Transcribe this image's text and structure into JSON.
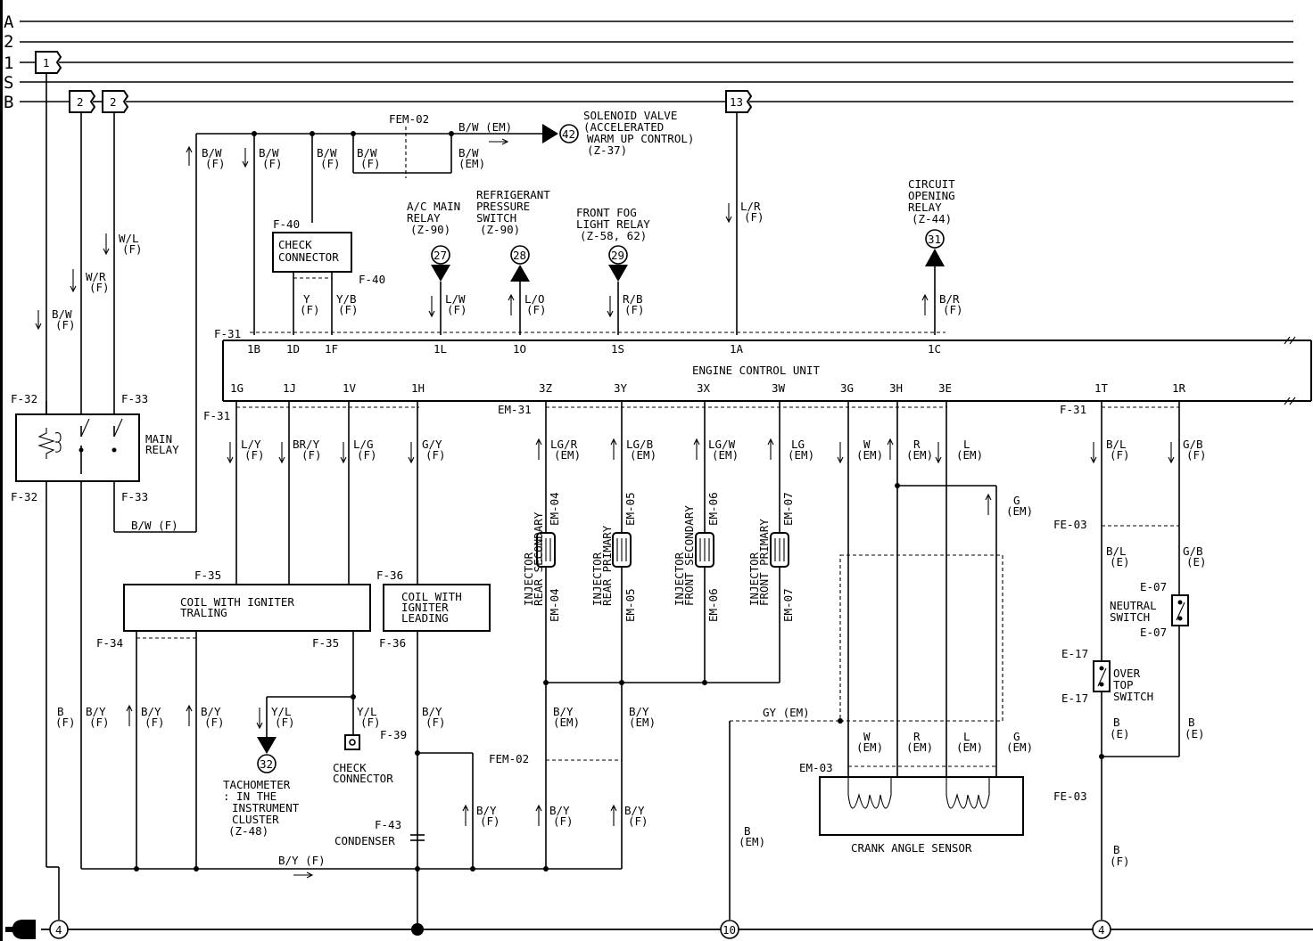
{
  "rails": [
    "A",
    "2",
    "1",
    "S",
    "B"
  ],
  "fuses": {
    "f1": "1",
    "f2a": "2",
    "f2b": "2",
    "f13": "13"
  },
  "grounds": {
    "g4a": "4",
    "g10": "10",
    "g4b": "4"
  },
  "ecu": {
    "title": "ENGINE CONTROL UNIT",
    "top_pins": [
      "1B",
      "1D",
      "1F",
      "1L",
      "1O",
      "1S",
      "1A",
      "1C"
    ],
    "bottom_pins": [
      "1G",
      "1J",
      "1V",
      "1H",
      "3Z",
      "3Y",
      "3X",
      "3W",
      "3G",
      "3H",
      "3E",
      "1T",
      "1R"
    ]
  },
  "components": {
    "main_relay": [
      "MAIN",
      "RELAY"
    ],
    "check_connector_top": [
      "CHECK",
      "CONNECTOR"
    ],
    "check_connector_bottom": [
      "CHECK",
      "CONNECTOR"
    ],
    "coil_trailing": [
      "COIL WITH IGNITER",
      "TRALING"
    ],
    "coil_leading": [
      "COIL WITH",
      "IGNITER",
      "LEADING"
    ],
    "crank": "CRANK ANGLE SENSOR",
    "condenser": "CONDENSER",
    "neutral": [
      "NEUTRAL",
      "SWITCH"
    ],
    "overtop": [
      "OVER",
      "TOP",
      "SWITCH"
    ],
    "injectors": [
      [
        "INJECTOR",
        "REAR SECONDARY"
      ],
      [
        "INJECTOR",
        "REAR PRIMARY"
      ],
      [
        "INJECTOR",
        "FRONT SECONDARY"
      ],
      [
        "INJECTOR",
        "FRONT PRIMARY"
      ]
    ]
  },
  "refs": {
    "r42": {
      "num": "42",
      "text": [
        "SOLENOID VALVE",
        "(ACCELERATED",
        "WARM UP CONTROL)",
        "(Z-37)"
      ]
    },
    "r27": {
      "num": "27",
      "text": [
        "A/C MAIN",
        "RELAY",
        "(Z-90)"
      ]
    },
    "r28": {
      "num": "28",
      "text": [
        "REFRIGERANT",
        "PRESSURE",
        "SWITCH",
        "(Z-90)"
      ]
    },
    "r29": {
      "num": "29",
      "text": [
        "FRONT FOG",
        "LIGHT RELAY",
        "(Z-58, 62)"
      ]
    },
    "r31": {
      "num": "31",
      "text": [
        "CIRCUIT",
        "OPENING",
        "RELAY",
        "(Z-44)"
      ]
    },
    "r32": {
      "num": "32",
      "text": [
        "TACHOMETER",
        ": IN THE",
        "INSTRUMENT",
        "CLUSTER",
        "(Z-48)"
      ]
    }
  },
  "connectors": {
    "fem02": "FEM-02",
    "f40": "F-40",
    "f31": "F-31",
    "em31": "EM-31",
    "f32": "F-32",
    "f33": "F-33",
    "f35": "F-35",
    "f36": "F-36",
    "f34": "F-34",
    "f39": "F-39",
    "f43": "F-43",
    "fe03": "FE-03",
    "e07": "E-07",
    "e17": "E-17",
    "em03": "EM-03",
    "em04": "EM-04",
    "em05": "EM-05",
    "em06": "EM-06",
    "em07": "EM-07"
  },
  "wires": {
    "bw_f": [
      "B/W",
      "(F)"
    ],
    "bw_em": [
      "B/W",
      "(EM)"
    ],
    "bw_em_inline": "B/W (EM)",
    "bw_f_inline": "B/W (F)",
    "wl": [
      "W/L",
      "(F)"
    ],
    "wr": [
      "W/R",
      "(F)"
    ],
    "bw2": [
      "B/W",
      "(F)"
    ],
    "y": [
      "Y",
      "(F)"
    ],
    "yb": [
      "Y/B",
      "(F)"
    ],
    "lw": [
      "L/W",
      "(F)"
    ],
    "lo": [
      "L/O",
      "(F)"
    ],
    "rb": [
      "R/B",
      "(F)"
    ],
    "lr": [
      "L/R",
      "(F)"
    ],
    "br": [
      "B/R",
      "(F)"
    ],
    "ly": [
      "L/Y",
      "(F)"
    ],
    "bry": [
      "BR/Y",
      "(F)"
    ],
    "lg": [
      "L/G",
      "(F)"
    ],
    "gy": [
      "G/Y",
      "(F)"
    ],
    "lgr": [
      "LG/R",
      "(EM)"
    ],
    "lgb": [
      "LG/B",
      "(EM)"
    ],
    "lgw": [
      "LG/W",
      "(EM)"
    ],
    "lgo": [
      "LG",
      "(EM)"
    ],
    "w_em": [
      "W",
      "(EM)"
    ],
    "r_em": [
      "R",
      "(EM)"
    ],
    "l_em": [
      "L",
      "(EM)"
    ],
    "g_em": [
      "G",
      "(EM)"
    ],
    "bl_f": [
      "B/L",
      "(F)"
    ],
    "gb_f": [
      "G/B",
      "(F)"
    ],
    "bl_e": [
      "B/L",
      "(E)"
    ],
    "gb_e": [
      "G/B",
      "(E)"
    ],
    "b_f": [
      "B",
      "(F)"
    ],
    "by_f": [
      "B/Y",
      "(F)"
    ],
    "by_em": [
      "B/Y",
      "(EM)"
    ],
    "b_e": [
      "B",
      "(E)"
    ],
    "b_em": [
      "B",
      "(EM)"
    ],
    "yl": [
      "Y/L",
      "(F)"
    ],
    "gy_em": "GY (EM)",
    "by_inline": "B/Y (F)"
  }
}
